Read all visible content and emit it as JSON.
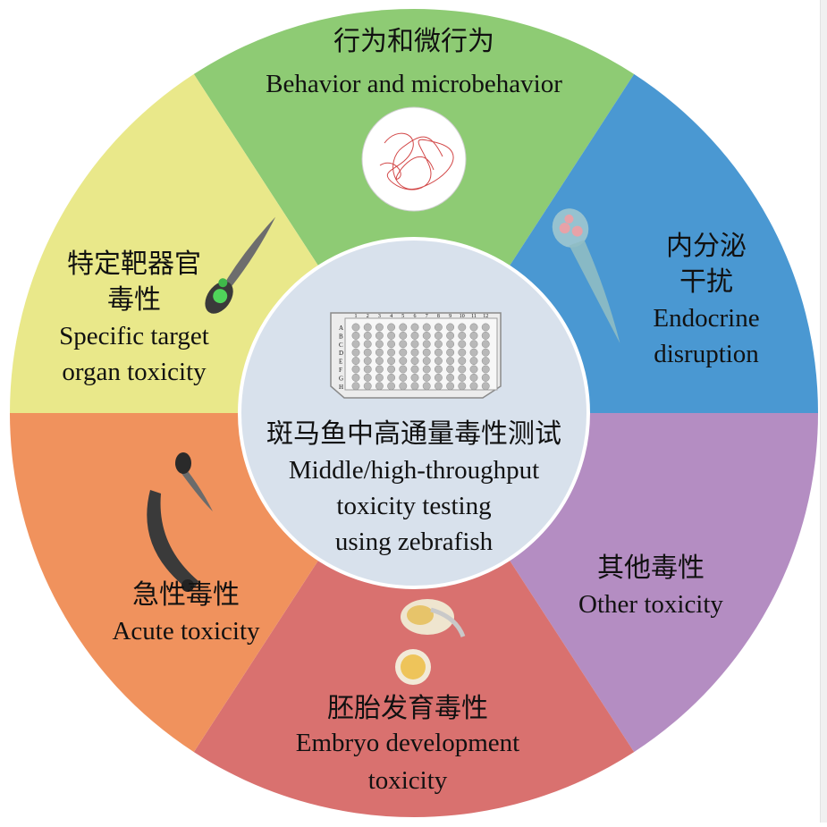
{
  "segments": [
    {
      "id": "behavior",
      "color": "#8ecb74",
      "lines": [
        "行为和微行为",
        "Behavior and microbehavior"
      ]
    },
    {
      "id": "endocrine",
      "color": "#4a98d2",
      "lines": [
        "内分泌",
        "干扰",
        "Endocrine",
        "disruption"
      ]
    },
    {
      "id": "other",
      "color": "#b48dc2",
      "lines": [
        "其他毒性",
        "Other toxicity"
      ]
    },
    {
      "id": "embryo",
      "color": "#d9716f",
      "lines": [
        "胚胎发育毒性",
        "Embryo development",
        "toxicity"
      ]
    },
    {
      "id": "acute",
      "color": "#f0925d",
      "lines": [
        "急性毒性",
        "Acute toxicity"
      ]
    },
    {
      "id": "organ",
      "color": "#e9e88a",
      "lines": [
        "特定靶器官",
        "毒性",
        "Specific target",
        "organ toxicity"
      ]
    }
  ],
  "center": {
    "color": "#d8e1ec",
    "lines": [
      "斑马鱼中高通量毒性测试",
      "Middle/high-throughput",
      "toxicity testing",
      "using zebrafish"
    ],
    "plate_row_labels": [
      "A",
      "B",
      "C",
      "D",
      "E",
      "F",
      "G",
      "H"
    ],
    "plate_col_labels": [
      "1",
      "2",
      "3",
      "4",
      "5",
      "6",
      "7",
      "8",
      "9",
      "10",
      "11",
      "12"
    ]
  },
  "icons": {
    "behavior": "swim-track-icon",
    "endocrine": "larva-endocrine-icon",
    "embryo": "embryo-icon",
    "acute": "deformed-larva-icon",
    "organ": "fluorescent-larva-icon",
    "center": "96-well-plate-icon"
  }
}
